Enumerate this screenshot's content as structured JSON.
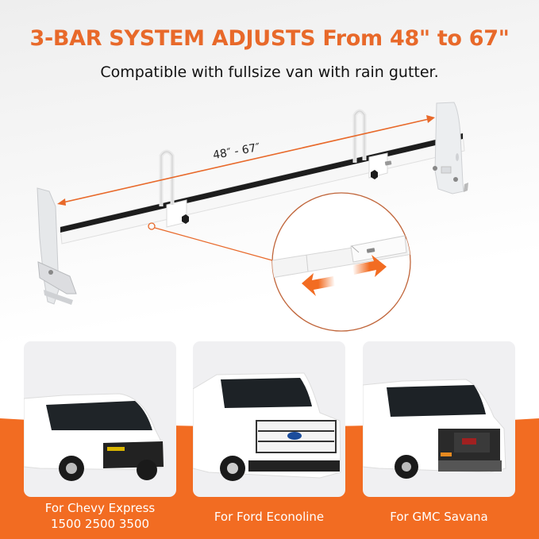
{
  "header": {
    "title": "3-BAR SYSTEM ADJUSTS From 48\" to 67\"",
    "subtitle": "Compatible with fullsize van with rain gutter."
  },
  "product": {
    "name": "ladder-roof-rack-bar",
    "dimension_label": "48″ - 67″",
    "detail_callout": "telescoping-bar-zoom",
    "adjust_icon": "double-arrow-icon"
  },
  "compatibility": [
    {
      "label_line1": "For Chevy Express",
      "label_line2": "1500 2500 3500",
      "vehicle": "chevy-express-van"
    },
    {
      "label_line1": "For Ford Econoline",
      "label_line2": "",
      "vehicle": "ford-econoline-van"
    },
    {
      "label_line1": "For GMC Savana",
      "label_line2": "",
      "vehicle": "gmc-savana-van"
    }
  ],
  "colors": {
    "accent": "#E8692A",
    "band": "#F26C22",
    "card_bg": "#F0F0F2",
    "text": "#111111"
  }
}
